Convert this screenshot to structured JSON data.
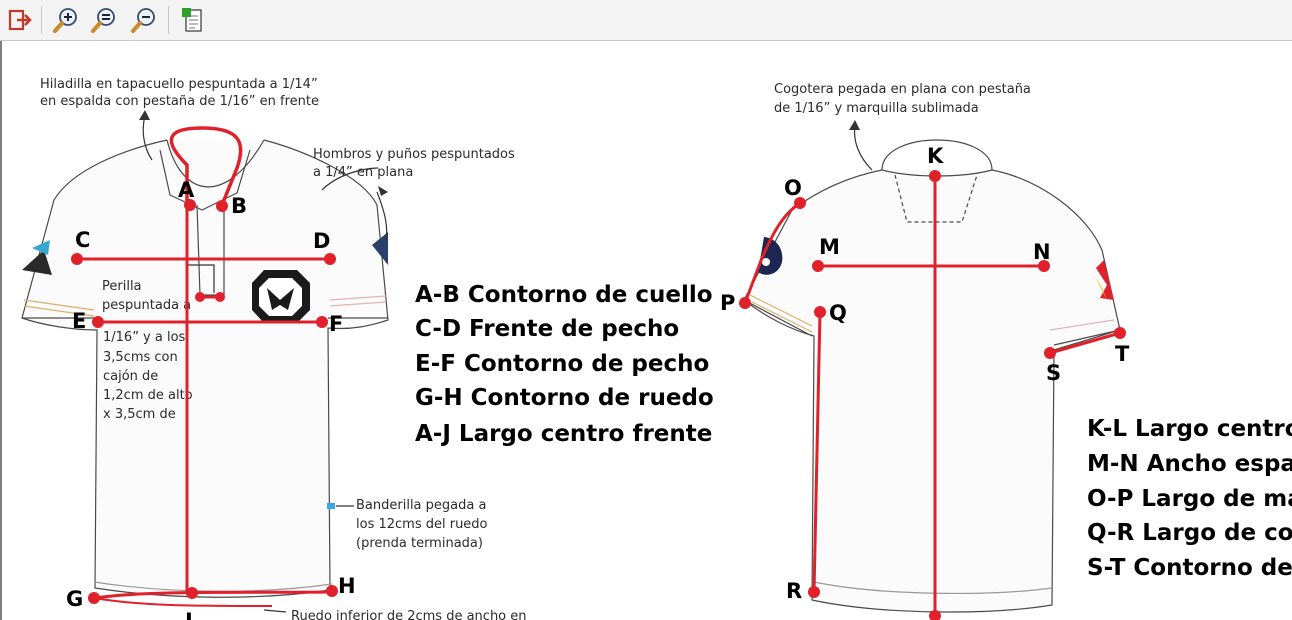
{
  "toolbar": {
    "buttons": [
      {
        "icon": "exit-icon"
      },
      {
        "icon": "zoom-in-icon"
      },
      {
        "icon": "zoom-actual-icon"
      },
      {
        "icon": "zoom-out-icon"
      },
      {
        "icon": "copy-page-icon"
      }
    ]
  },
  "colors": {
    "accent": "#e01b24",
    "measure": "#e0202a",
    "shirt_outline": "#4a4a4a"
  },
  "front": {
    "note_collar_l1": "Hiladilla en tapacuello pespuntada a 1/14”",
    "note_collar_l2": "en espalda con pestaña de 1/16” en frente",
    "note_shoulder_l1": "Hombros y puños pespuntados",
    "note_shoulder_l2": "a 1/4” en plana",
    "note_placket_l1": "Perilla",
    "note_placket_l2": "pespuntada a",
    "note_placket_l3": "1/16” y a los",
    "note_placket_l4": "3,5cms con",
    "note_placket_l5": "cajón de",
    "note_placket_l6": "1,2cm de alto",
    "note_placket_l7": "x 3,5cm de",
    "note_flag_l1": "Banderilla pegada a",
    "note_flag_l2": "los 12cms del ruedo",
    "note_flag_l3": "(prenda terminada)",
    "note_hem": "Ruedo inferior de 2cms de ancho en",
    "points": {
      "A": "A",
      "B": "B",
      "C": "C",
      "D": "D",
      "E": "E",
      "F": "F",
      "G": "G",
      "H": "H",
      "J": "J"
    },
    "legend": [
      "A-B Contorno de cuello",
      "C-D Frente de pecho",
      "E-F Contorno de pecho",
      "G-H Contorno de ruedo",
      "A-J Largo centro frente"
    ]
  },
  "back": {
    "note_neck_l1": "Cogotera pegada en plana con pestaña",
    "note_neck_l2": "de 1/16” y marquilla sublimada",
    "points": {
      "K": "K",
      "O": "O",
      "M": "M",
      "N": "N",
      "P": "P",
      "Q": "Q",
      "S": "S",
      "T": "T",
      "R": "R"
    },
    "legend": [
      "K-L Largo centro e",
      "M-N Ancho espal",
      "O-P Largo de man",
      "Q-R Largo de cost",
      "S-T Contorno de p"
    ]
  }
}
